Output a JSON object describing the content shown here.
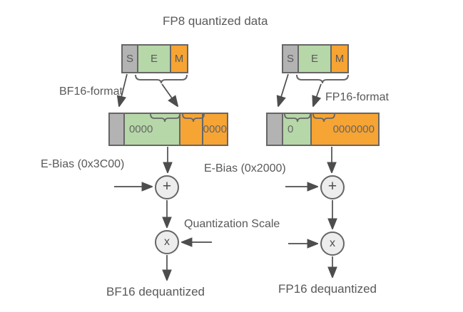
{
  "title": "FP8 quantized data",
  "fp8": {
    "fields": [
      "S",
      "E",
      "M"
    ]
  },
  "left": {
    "format_label": "BF16-format",
    "exp_pad": "0000",
    "mant_pad": "0000",
    "bias_label": "E-Bias (0x3C00)",
    "output_label": "BF16 dequantized"
  },
  "right": {
    "format_label": "FP16-format",
    "exp_pad": "0",
    "mant_pad": "0000000",
    "bias_label": "E-Bias (0x2000)",
    "output_label": "FP16 dequantized"
  },
  "scale_label": "Quantization Scale",
  "operators": {
    "add": "+",
    "multiply": "x"
  },
  "colors": {
    "sign": "#b3b3b3",
    "exponent": "#b6d7a8",
    "mantissa": "#f6a434",
    "outline": "#666666",
    "text": "#595959",
    "operator_fill": "#ededed"
  }
}
